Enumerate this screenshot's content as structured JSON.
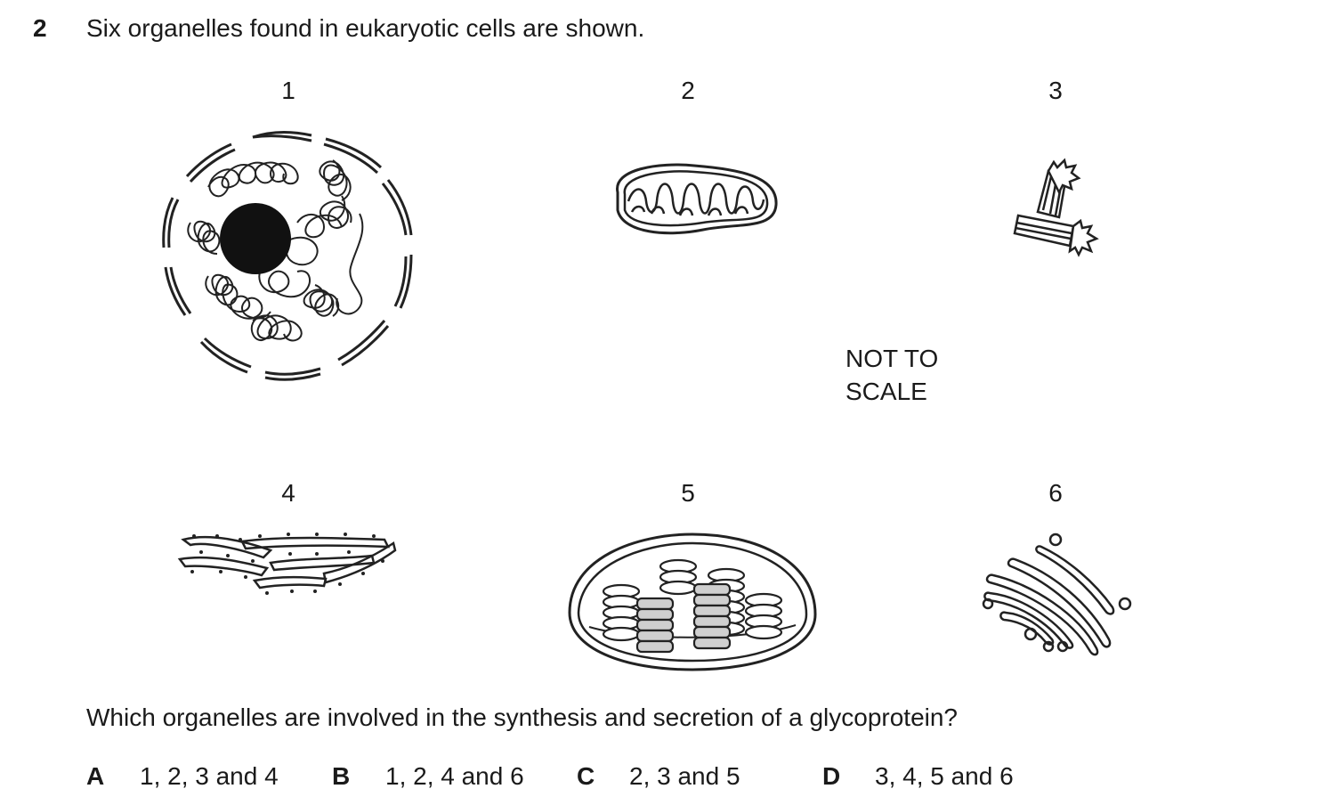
{
  "question": {
    "number": "2",
    "stem": "Six organelles found in eukaryotic cells are shown.",
    "figure_labels": [
      "1",
      "2",
      "3",
      "4",
      "5",
      "6"
    ],
    "scale_note": [
      "NOT TO",
      "SCALE"
    ],
    "prompt": "Which organelles are involved in the synthesis and secretion of a glycoprotein?",
    "options": [
      {
        "letter": "A",
        "text": "1, 2, 3 and 4"
      },
      {
        "letter": "B",
        "text": "1, 2, 4 and 6"
      },
      {
        "letter": "C",
        "text": "2, 3 and 5"
      },
      {
        "letter": "D",
        "text": "3, 4, 5 and 6"
      }
    ]
  }
}
